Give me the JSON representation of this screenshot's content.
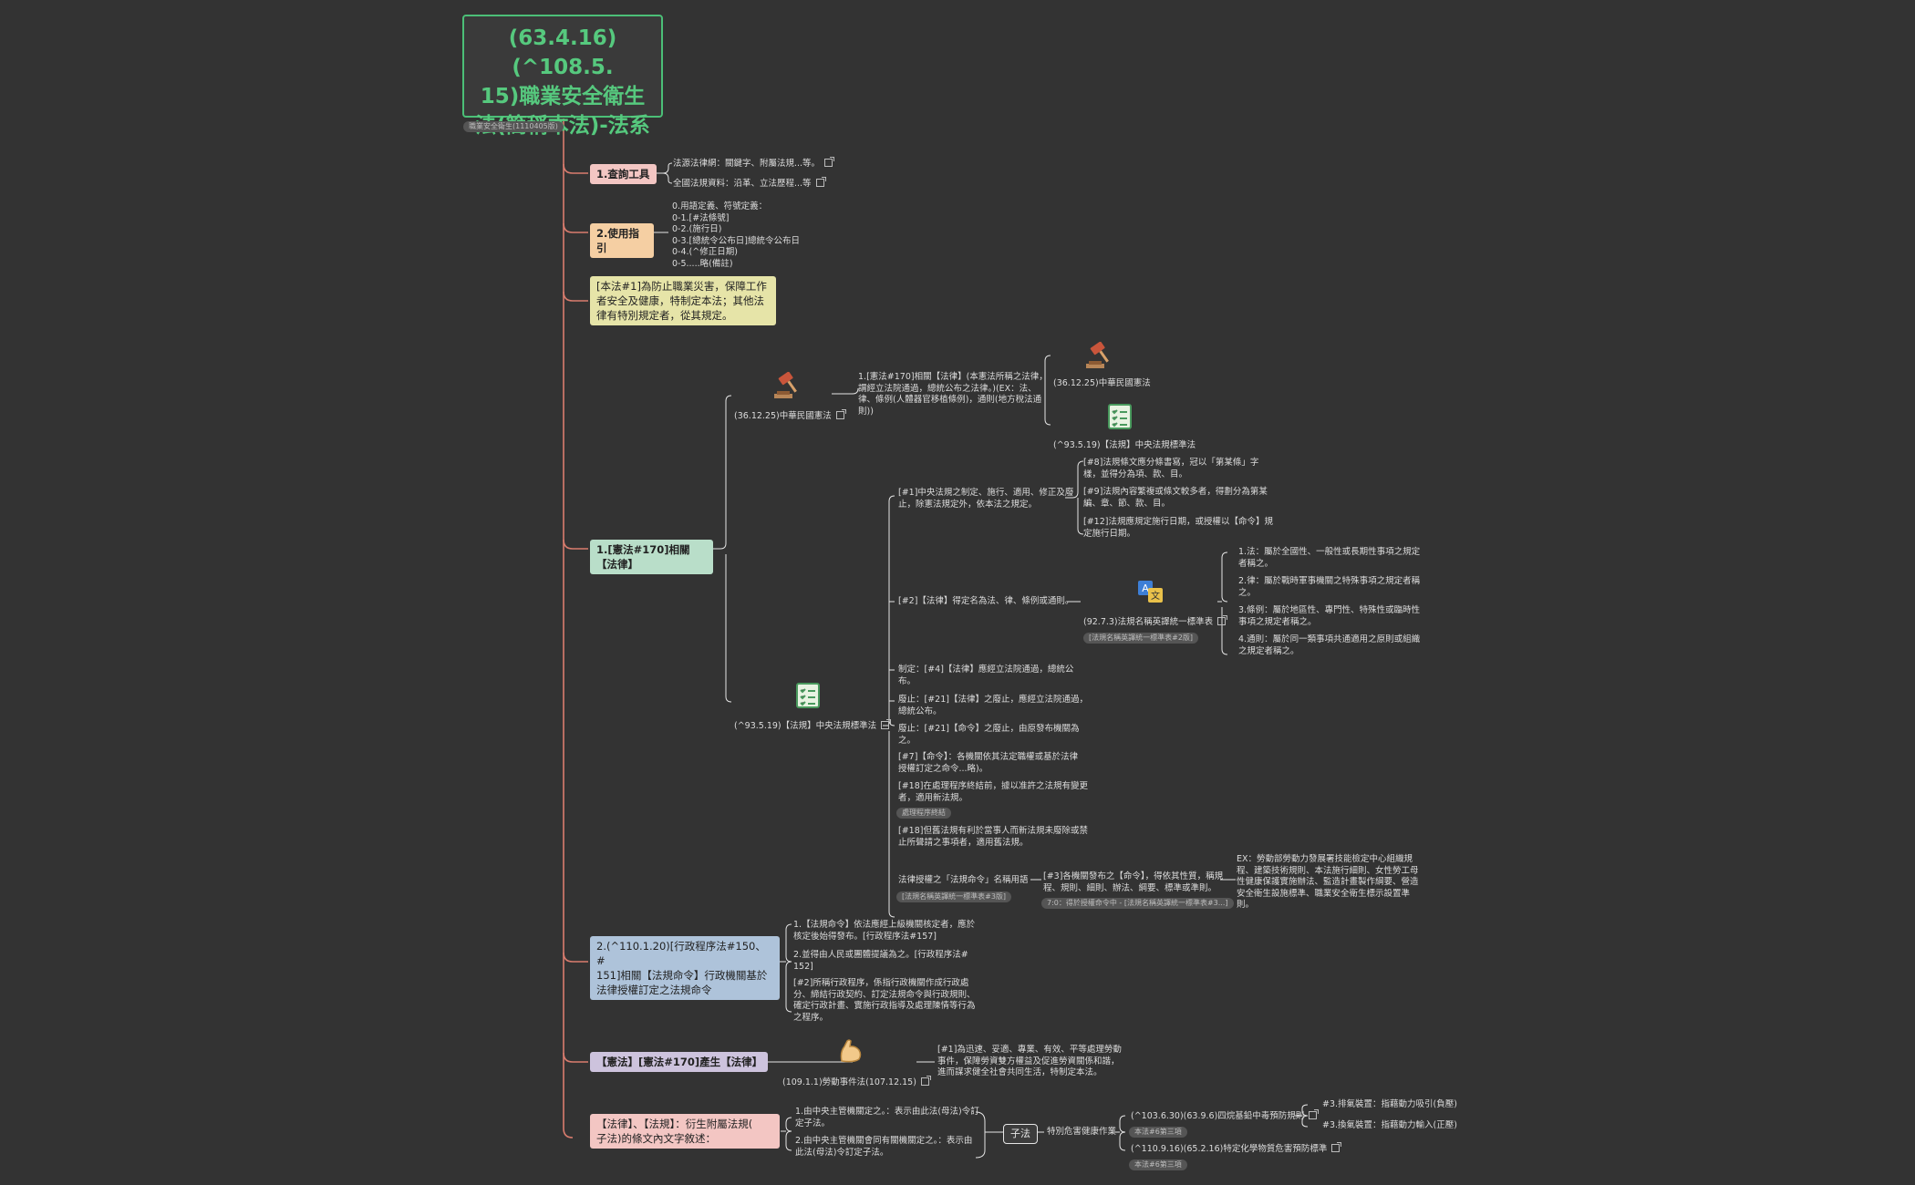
{
  "root": {
    "title": "(63.4.16)(^108.5.\n15)職業安全衛生\n法(簡稱本法)-法系",
    "tag": "職業安全衛生(1110405版)"
  },
  "colors": {
    "root_border": "#4bbf77",
    "line": "#d97c6e",
    "background": "#333333"
  },
  "branches": {
    "b1": {
      "label": "1.查詢工具",
      "items": [
        "法源法律網：關鍵字、附屬法規...等。",
        "全國法規資料：沿革、立法歷程...等"
      ]
    },
    "b2": {
      "label": "2.使用指引",
      "text": "0.用語定義、符號定義：\n0-1.[#法條號]\n0-2.(施行日)\n0-3.[總統令公布日]總統令公布日\n0-4.(^修正日期)\n0-5.....略(備註)"
    },
    "b3": {
      "label": "[本法#1]為防止職業災害，保障工作\n者安全及健康，特制定本法；其他法\n律有特別規定者，從其規定。"
    },
    "b4": {
      "label": "1.[憲法#170]相關【法律】",
      "c1": {
        "icon": "gavel-icon",
        "label": "(36.12.25)中華民國憲法",
        "text": "1.[憲法#170]相關【法律】(本憲法所稱之法律，\n謂經立法院通過，總統公布之法律。)(EX：法、\n律、條例(人體器官移植條例)，通則(地方稅法通\n則))",
        "r1": "(36.12.25)中華民國憲法",
        "r2": "(^93.5.19)【法規】中央法規標準法"
      },
      "c2": {
        "icon": "checklist-icon",
        "label": "(^93.5.19)【法規】中央法規標準法",
        "n1": "[#1]中央法規之制定、施行、適用、修正及廢\n止，除憲法規定外，依本法之規定。",
        "n1a": "[#8]法規條文應分條書寫，冠以「第某條」字\n樣，並得分為項、款、目。",
        "n1b": "[#9]法規內容繁複或條文較多者，得劃分為第某\n編、章、節、款、目。",
        "n1c": "[#12]法規應規定施行日期，或授權以【命令】規\n定施行日期。",
        "n2": "[#2]【法律】得定名為法、律、條例或通則。",
        "n2x": {
          "label": "(92.7.3)法規名稱英譯統一標準表",
          "tag": "[法規名稱英譯統一標準表#2版]"
        },
        "n2items": [
          "1.法：屬於全國性、一般性或長期性事項之規定\n者稱之。",
          "2.律：屬於戰時軍事機關之特殊事項之規定者稱\n之。",
          "3.條例：屬於地區性、專門性、特殊性或臨時性\n事項之規定者稱之。",
          "4.通則：屬於同一類事項共通適用之原則或組織\n之規定者稱之。"
        ],
        "n3": "制定：[#4]【法律】應經立法院通過，總統公\n布。",
        "n4": "廢止：[#21]【法律】之廢止，應經立法院通過，\n總統公布。",
        "n5": "廢止：[#21]【命令】之廢止，由原發布機關為\n之。",
        "n6": "[#7]【命令】：各機關依其法定職權或基於法律\n授權訂定之命令...略)。",
        "n7": {
          "text": "[#18]在處理程序終結前，據以准許之法規有變更\n者，適用新法規。",
          "tag": "處理程序終結"
        },
        "n8": "[#18]但舊法規有利於當事人而新法規未廢除或禁\n止所聲請之事項者，適用舊法規。",
        "n9": {
          "text": "法律授權之「法規命令」名稱用語",
          "tag": "[法規名稱英譯統一標準表#3版]",
          "d": "[#3]各機關發布之【命令】，得依其性質，稱規\n程、規則、細則、辦法、綱要、標準或準則。",
          "dtag": "7:0：得於授權命令中 - [法規名稱英譯統一標準表#3...]",
          "ex": "EX：勞動部勞動力發展署技能檢定中心組織規\n程、建築技術規則、本法施行細則、女性勞工母\n性健康保護實施辦法、監造計畫製作綱要、營造\n安全衛生設施標準、職業安全衛生標示設置準\n則。"
        }
      }
    },
    "b5": {
      "label": "2.(^110.1.20)[行政程序法#150、#\n151]相關【法規命令】行政機關基於\n法律授權訂定之法規命令",
      "items": [
        "1.【法規命令】依法應經上級機關核定者，應於\n核定後始得發布。[行政程序法#157]",
        "2.並得由人民或團體提議為之。[行政程序法#\n152]",
        "[#2]所稱行政程序，係指行政機關作成行政處\n分、締結行政契約、訂定法規命令與行政規則、\n確定行政計畫、實施行政指導及處理陳情等行為\n之程序。"
      ]
    },
    "b6": {
      "label": "【憲法】[憲法#170]產生【法律】",
      "c": {
        "icon": "muscle-icon",
        "label": "(109.1.1)勞動事件法(107.12.15)",
        "text": "[#1]為迅速、妥適、專業、有效、平等處理勞動\n事件，保障勞資雙方權益及促進勞資關係和諧，\n進而謀求健全社會共同生活，特制定本法。"
      }
    },
    "b7": {
      "label": "【法律】、【法規】：衍生附屬法規(\n子法)的條文內文字敘述：",
      "items": [
        "1.由中央主管機關定之。：表示由此法(母法)令訂\n定子法。",
        "2.由中央主管機關會同有關機關定之。：表示由\n此法(母法)令訂定子法。"
      ],
      "sub": "子法",
      "s1": "特別危害健康作業",
      "s1a": {
        "label": "(^103.6.30)(63.9.6)四烷基鉛中毒預防規則",
        "tag": "本法#6第三項"
      },
      "s1a1": "#3.排氣裝置：指藉動力吸引(負壓)",
      "s1a2": "#3.換氣裝置：指藉動力輸入(正壓)",
      "s1b": {
        "label": "(^110.9.16)(65.2.16)特定化學物質危害預防標準",
        "tag": "本法#6第三項"
      }
    }
  }
}
